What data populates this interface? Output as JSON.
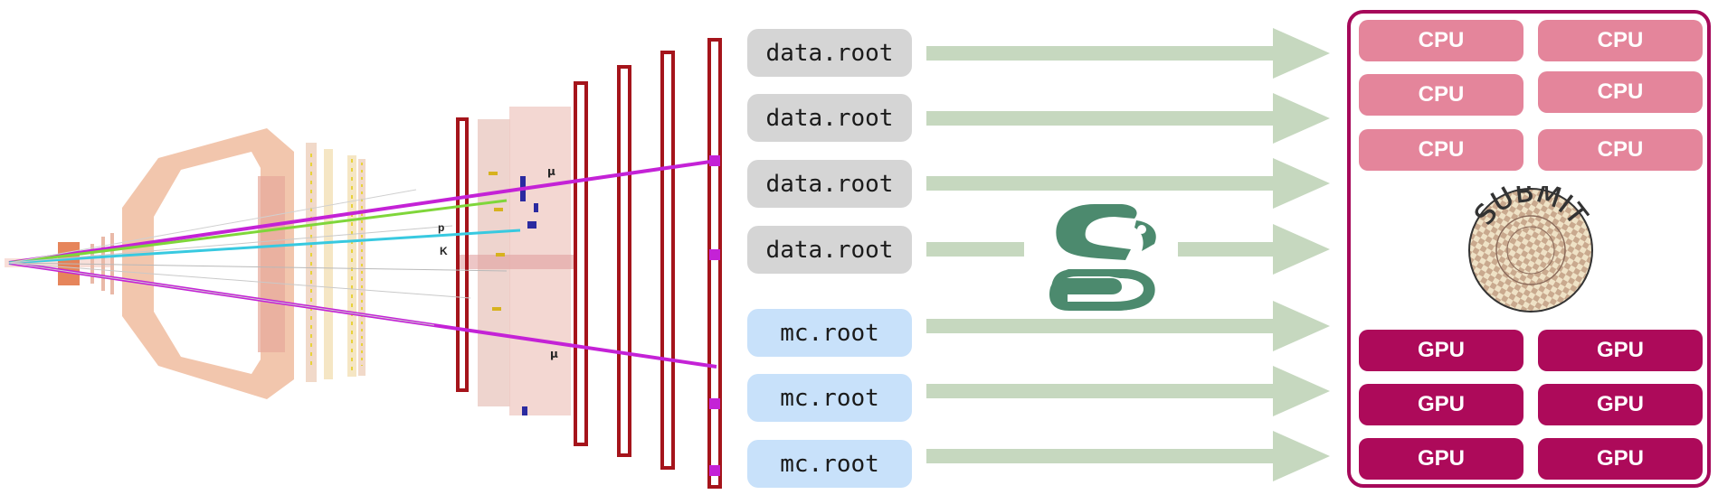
{
  "files": {
    "data": [
      "data.root",
      "data.root",
      "data.root",
      "data.root"
    ],
    "mc": [
      "mc.root",
      "mc.root",
      "mc.root"
    ]
  },
  "detector": {
    "labels": [
      "p",
      "K",
      "μ",
      "μ"
    ]
  },
  "cluster": {
    "cpu": [
      "CPU",
      "CPU",
      "CPU",
      "CPU",
      "CPU",
      "CPU"
    ],
    "gpu": [
      "GPU",
      "GPU",
      "GPU",
      "GPU",
      "GPU",
      "GPU"
    ],
    "logo_text": "SUBMIT"
  },
  "colors": {
    "arrow": "#c6d8bf",
    "cpu": "#e4859b",
    "gpu": "#ad0a5a",
    "cluster_border": "#a6095a",
    "data_file": "#d5d5d5",
    "mc_file": "#c8e1fa",
    "snakemake": "#4c8a6e"
  }
}
